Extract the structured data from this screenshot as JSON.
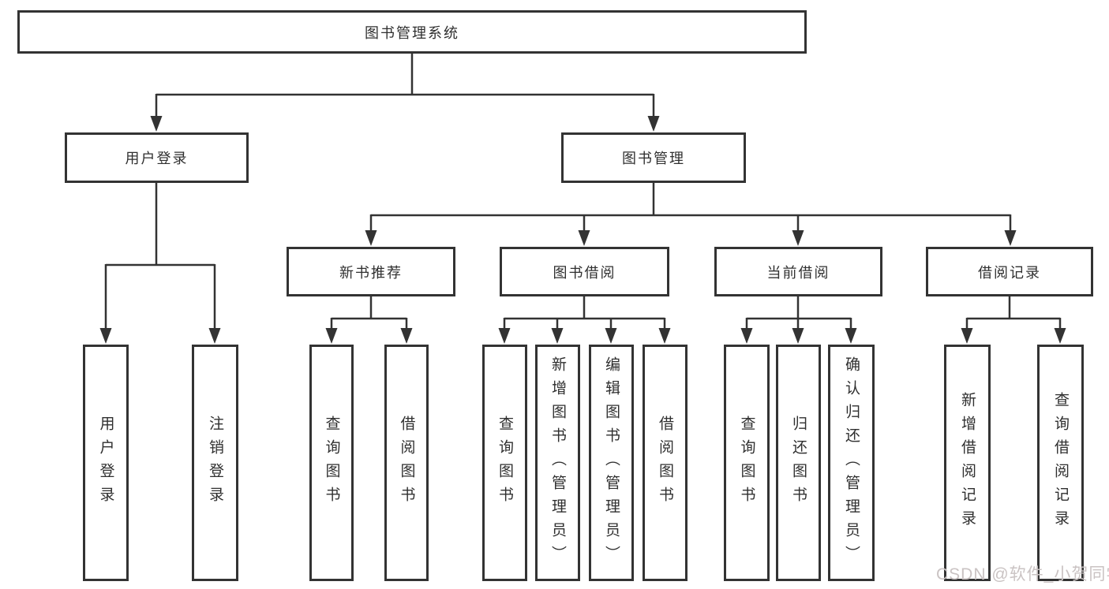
{
  "diagram": {
    "root": {
      "label": "图书管理系统"
    },
    "level2": {
      "user_login": {
        "label": "用户登录"
      },
      "book_mgmt": {
        "label": "图书管理"
      }
    },
    "level3": {
      "new_book_rec": {
        "label": "新书推荐"
      },
      "book_borrow": {
        "label": "图书借阅"
      },
      "current_borrow": {
        "label": "当前借阅"
      },
      "borrow_records": {
        "label": "借阅记录"
      }
    },
    "leaves": [
      {
        "label": "用户登录"
      },
      {
        "label": "注销登录"
      },
      {
        "label": "查询图书"
      },
      {
        "label": "借阅图书"
      },
      {
        "label": "查询图书"
      },
      {
        "label": "新增图书（管理员）"
      },
      {
        "label": "编辑图书（管理员）"
      },
      {
        "label": "借阅图书"
      },
      {
        "label": "查询图书"
      },
      {
        "label": "归还图书"
      },
      {
        "label": "确认归还（管理员）"
      },
      {
        "label": "新增借阅记录"
      },
      {
        "label": "查询借阅记录"
      }
    ]
  },
  "watermark": {
    "text": "CSDN @软件_小贺同学"
  },
  "colors": {
    "line": "#333333",
    "text": "#2f2f2f",
    "background": "#ffffff",
    "watermark": "#cac3c3"
  }
}
